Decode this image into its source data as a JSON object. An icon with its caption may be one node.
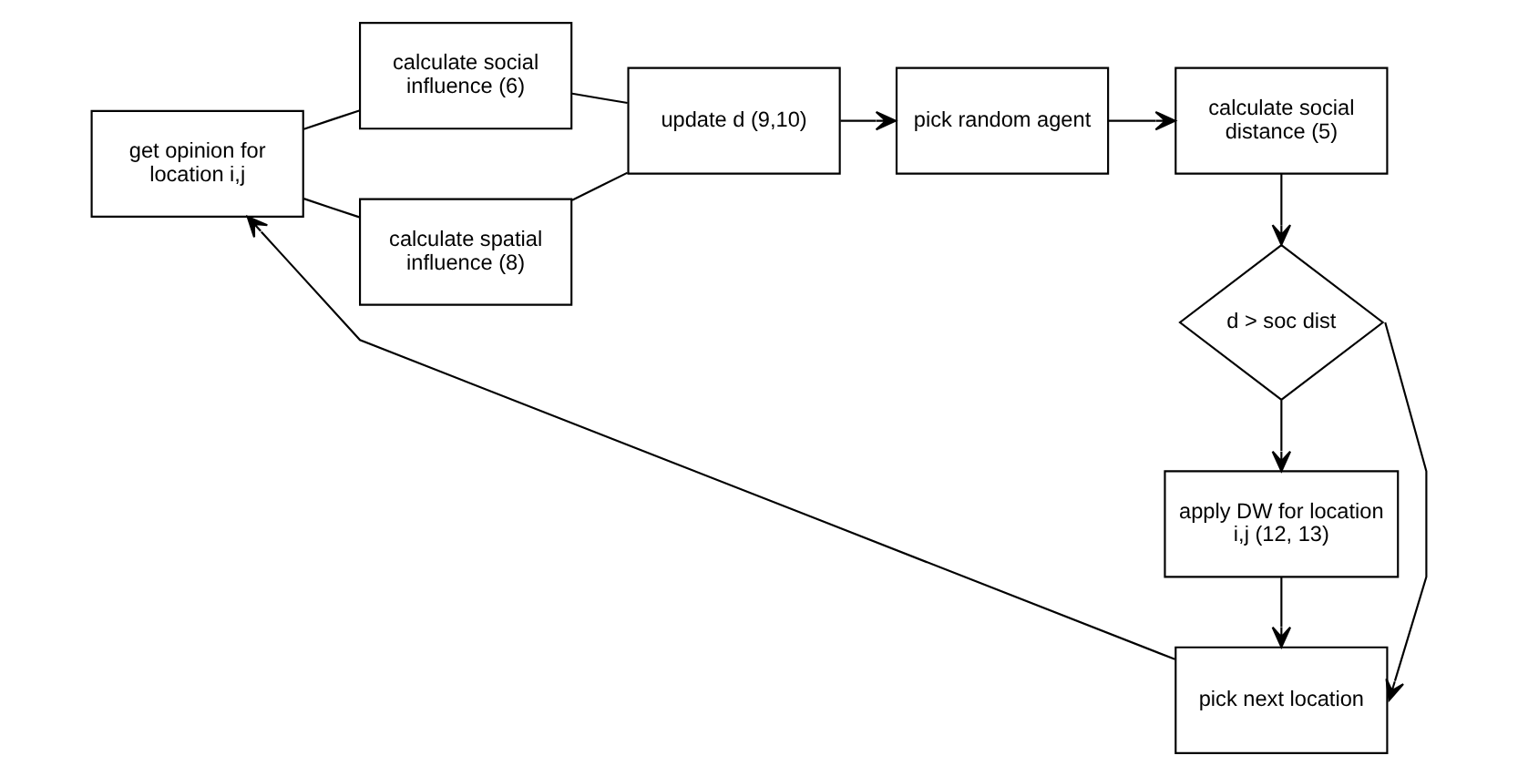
{
  "diagram": {
    "nodes": [
      {
        "text": [
          "get opinion for location i,j"
        ]
      },
      {
        "text": [
          "calculate social influence (6)"
        ]
      },
      {
        "text": [
          "calculate spatial influence (8)"
        ]
      },
      {
        "text": [
          "update d (9,10)"
        ]
      },
      {
        "text": [
          "pick random agent"
        ]
      },
      {
        "text": [
          "calculate social distance (5)"
        ]
      },
      {
        "text": [
          "d > soc dist"
        ]
      },
      {
        "text": [
          "apply DW for location i,j (12, 13)"
        ]
      },
      {
        "text": [
          "pick next location"
        ]
      }
    ],
    "edges": [
      {
        "from": 0,
        "to": 1,
        "arrow": "none"
      },
      {
        "from": 0,
        "to": 2,
        "arrow": "none"
      },
      {
        "from": 1,
        "to": 3,
        "arrow": "none"
      },
      {
        "from": 2,
        "to": 3,
        "arrow": "none"
      },
      {
        "from": 3,
        "to": 4,
        "arrow": "to"
      },
      {
        "from": 4,
        "to": 5,
        "arrow": "to"
      },
      {
        "from": 5,
        "to": 6,
        "arrow": "to"
      },
      {
        "from": 6,
        "to": 7,
        "arrow": "to"
      },
      {
        "from": 7,
        "to": 8,
        "arrow": "to"
      },
      {
        "from": 6,
        "to": 8,
        "arrow": "to"
      },
      {
        "from": 8,
        "to": 0,
        "arrow": "to"
      }
    ]
  }
}
